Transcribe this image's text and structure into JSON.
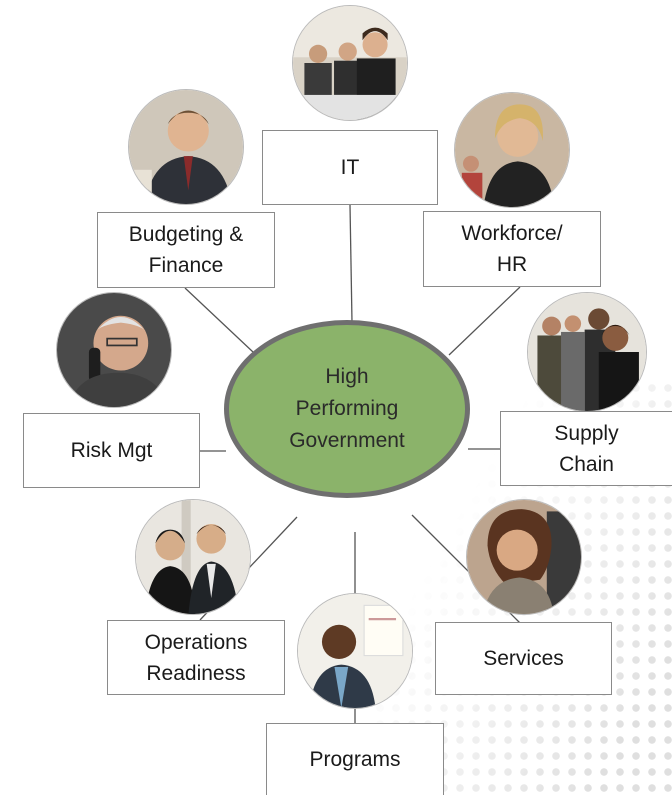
{
  "center": {
    "lines": [
      "High",
      "Performing",
      "Government"
    ]
  },
  "nodes": [
    {
      "id": "it",
      "lines": [
        "IT"
      ],
      "icon": "people-photo-icon"
    },
    {
      "id": "workforce",
      "lines": [
        "Workforce/",
        "HR"
      ],
      "icon": "woman-photo-icon"
    },
    {
      "id": "supply-chain",
      "lines": [
        "Supply",
        "Chain"
      ],
      "icon": "people-photo-icon"
    },
    {
      "id": "services",
      "lines": [
        "Services"
      ],
      "icon": "woman-photo-icon"
    },
    {
      "id": "programs",
      "lines": [
        "Programs"
      ],
      "icon": "presenter-photo-icon"
    },
    {
      "id": "operations",
      "lines": [
        "Operations",
        "Readiness"
      ],
      "icon": "people-photo-icon"
    },
    {
      "id": "risk",
      "lines": [
        "Risk Mgt"
      ],
      "icon": "phone-man-photo-icon"
    },
    {
      "id": "budgeting",
      "lines": [
        "Budgeting &",
        "Finance"
      ],
      "icon": "businessman-photo-icon"
    }
  ],
  "colors": {
    "hub_fill": "#8bb36a",
    "hub_border": "#6f6f6f",
    "box_border": "#8a8a8a"
  }
}
